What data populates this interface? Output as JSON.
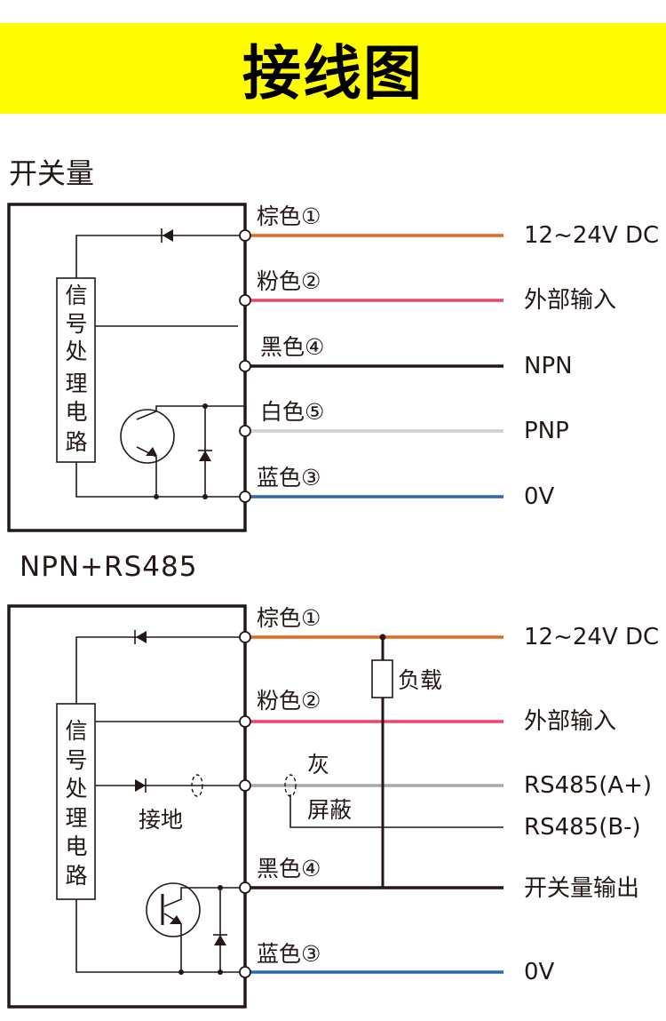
{
  "banner": {
    "title": "接线图"
  },
  "colors": {
    "banner_bg": "#fffb00",
    "brown": "#e0691f",
    "pink": "#e9476f",
    "black": "#231815",
    "white_wire": "#cfcfcf",
    "gray": "#a9a9a9",
    "blue": "#2d67b0"
  },
  "sections": [
    {
      "title": "开关量",
      "circuit_label": [
        "信",
        "号",
        "处",
        "理",
        "电",
        "路"
      ],
      "wires": [
        {
          "label": "棕色①",
          "color": "brown",
          "function": "12~24V DC"
        },
        {
          "label": "粉色②",
          "color": "pink",
          "function": "外部输入"
        },
        {
          "label": "黑色④",
          "color": "black",
          "function": "NPN"
        },
        {
          "label": "白色⑤",
          "color": "white_wire",
          "function": "PNP"
        },
        {
          "label": "蓝色③",
          "color": "blue",
          "function": "0V"
        }
      ]
    },
    {
      "title": "NPN+RS485",
      "circuit_label": [
        "信",
        "号",
        "处",
        "理",
        "电",
        "路"
      ],
      "ground_label": "接地",
      "load_label": "负载",
      "gray_label": "灰",
      "shield_label": "屏蔽",
      "wires": [
        {
          "label": "棕色①",
          "color": "brown",
          "function": "12~24V DC"
        },
        {
          "label": "粉色②",
          "color": "pink",
          "function": "外部输入"
        },
        {
          "label": "",
          "color": "gray",
          "function": "RS485(A+)"
        },
        {
          "label": "",
          "color": "black",
          "function": "RS485(B-)"
        },
        {
          "label": "黑色④",
          "color": "black",
          "function": "开关量输出"
        },
        {
          "label": "蓝色③",
          "color": "blue",
          "function": "0V"
        }
      ]
    }
  ]
}
